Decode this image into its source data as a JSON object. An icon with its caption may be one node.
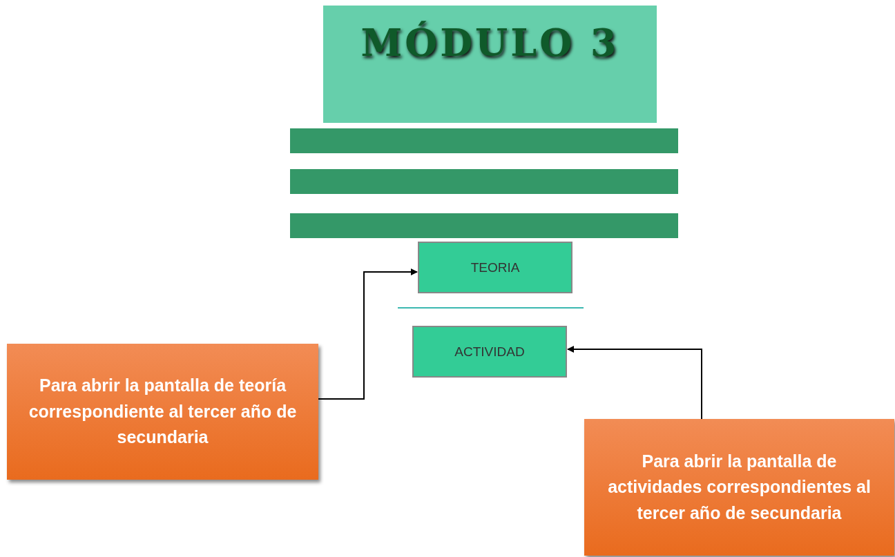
{
  "diagram": {
    "nodes": [
      {
        "text": [
          "MÓDULO 3"
        ]
      },
      {
        "text": [],
        "shape": "bar"
      },
      {
        "text": [],
        "shape": "bar"
      },
      {
        "text": [],
        "shape": "bar"
      },
      {
        "text": [
          "TEORIA"
        ]
      },
      {
        "text": [
          "ACTIVIDAD"
        ]
      },
      {
        "text": [
          "Para abrir la pantalla de teoría correspondiente al tercer año de secundaria"
        ]
      },
      {
        "text": [
          "Para abrir la pantalla de actividades correspondientes al tercer año de secundaria"
        ]
      }
    ],
    "edges": [
      {
        "from": 6,
        "to": 4,
        "arrow": "to"
      },
      {
        "from": 7,
        "to": 5,
        "arrow": "to"
      }
    ]
  }
}
